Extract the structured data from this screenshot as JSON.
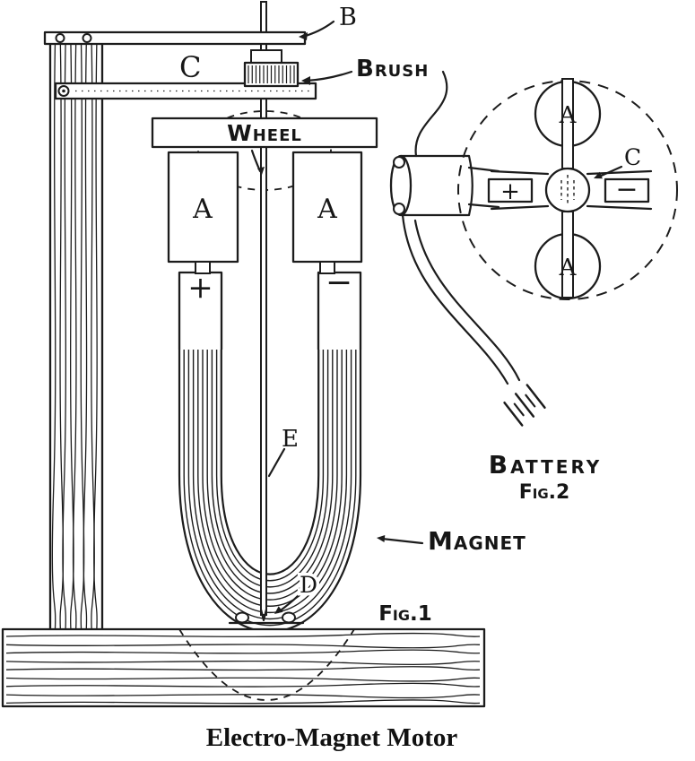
{
  "colors": {
    "ink": "#1c1c1c",
    "paper": "#ffffff"
  },
  "caption": "Electro-Magnet Motor",
  "fig1": {
    "label_b": "B",
    "label_c": "C",
    "brush_label": "Brush",
    "wheel_label": "Wheel",
    "coil_left": "A",
    "coil_right": "A",
    "pole_plus": "+",
    "pole_minus": "−",
    "label_e": "E",
    "label_d": "D",
    "magnet_label": "Magnet",
    "fig_label": "Fig.1"
  },
  "fig2": {
    "coil_top": "A",
    "coil_bottom": "A",
    "label_c": "C",
    "terminal_plus": "+",
    "terminal_minus": "−",
    "battery_label": "Battery",
    "fig_label": "Fig.2"
  }
}
